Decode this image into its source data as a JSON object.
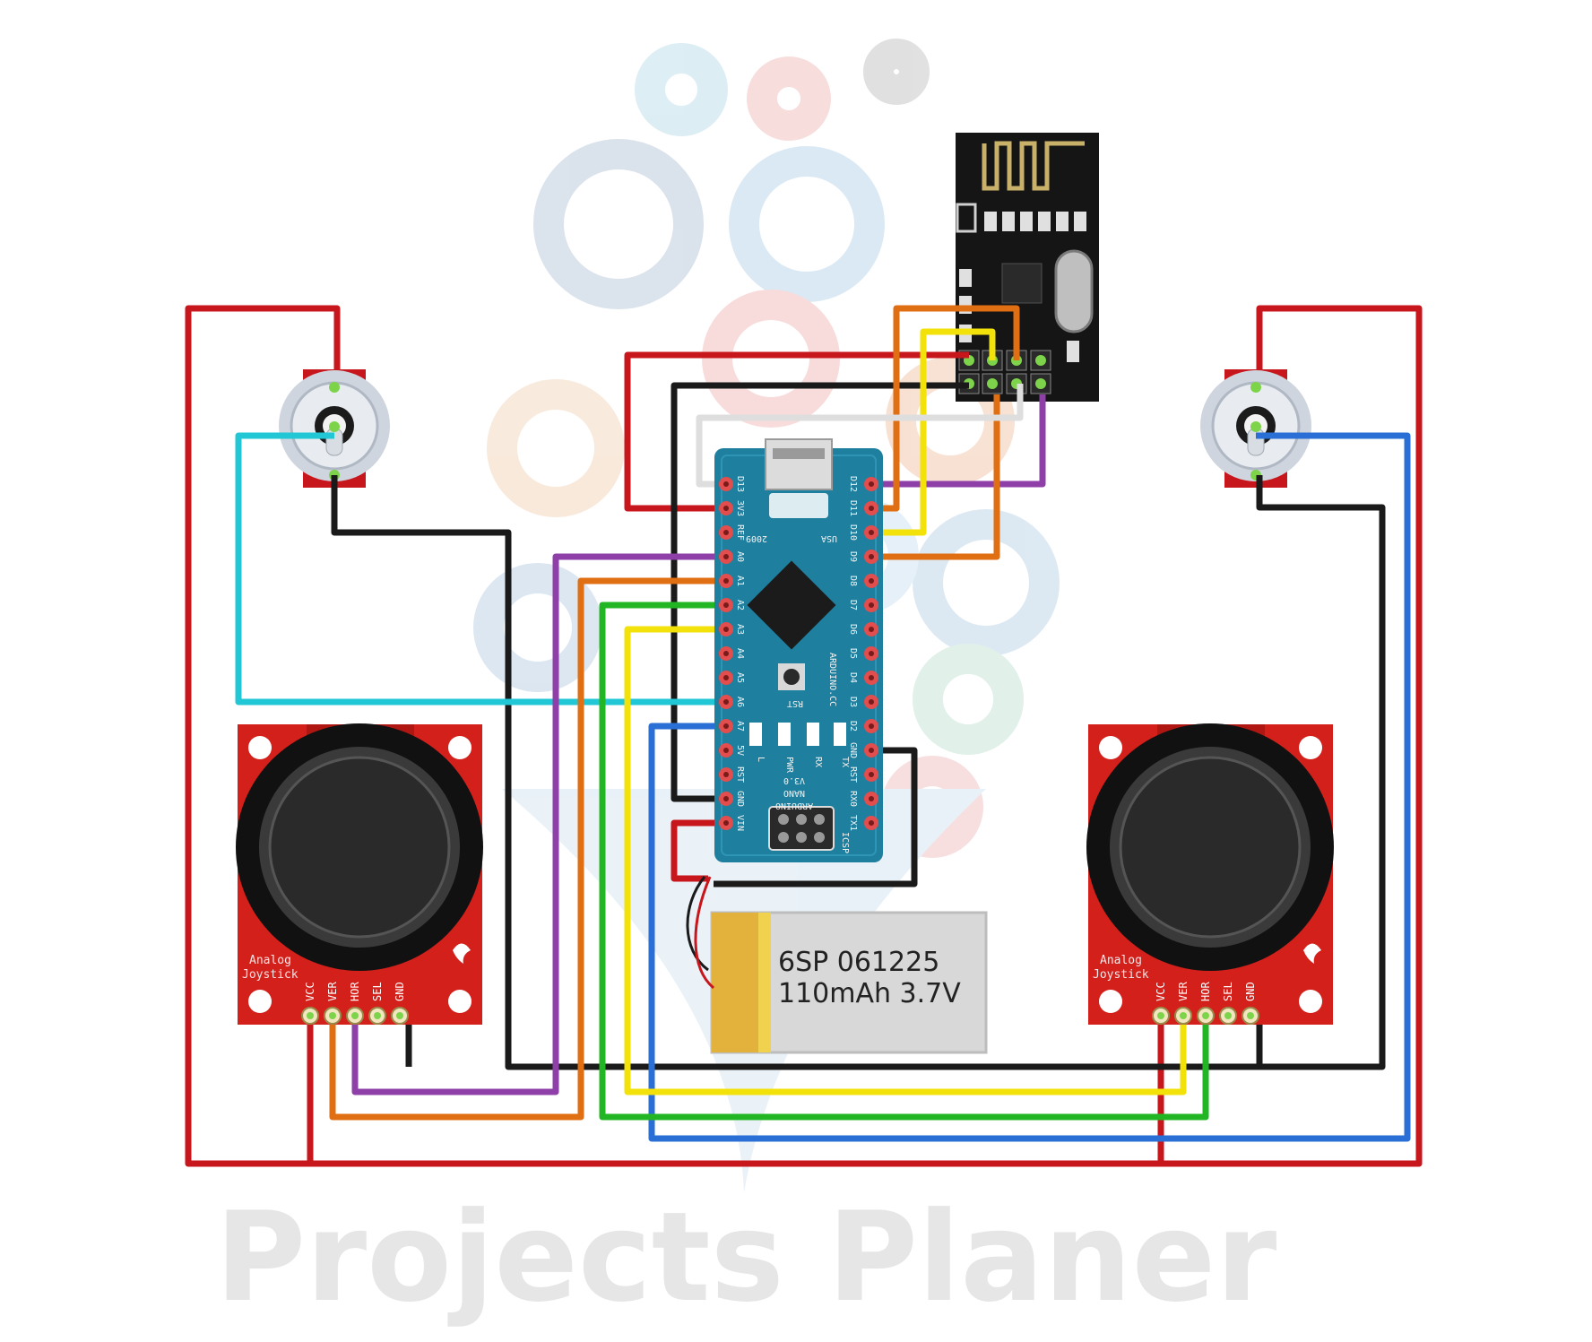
{
  "watermark": {
    "text": "Projects  Planer"
  },
  "battery": {
    "model": "6SP 061225",
    "spec": "110mAh 3.7V"
  },
  "joysticks": {
    "left": {
      "label_line1": "Analog",
      "label_line2": "Joystick",
      "pins": [
        "VCC",
        "VER",
        "HOR",
        "SEL",
        "GND"
      ]
    },
    "right": {
      "label_line1": "Analog",
      "label_line2": "Joystick",
      "pins": [
        "VCC",
        "VER",
        "HOR",
        "SEL",
        "GND"
      ]
    }
  },
  "arduino": {
    "left_pins": [
      "D13",
      "3V3",
      "REF",
      "A0",
      "A1",
      "A2",
      "A3",
      "A4",
      "A5",
      "A6",
      "A7",
      "5V",
      "RST",
      "GND",
      "VIN"
    ],
    "right_pins": [
      "D12",
      "D11",
      "D10",
      "D9",
      "D8",
      "D7",
      "D6",
      "D5",
      "D4",
      "D3",
      "D2",
      "GND",
      "RST",
      "RX0",
      "TX1"
    ],
    "year": "2009",
    "origin": "USA",
    "brand": "ARDUINO.CC",
    "rst": "RST",
    "led_l": "L",
    "led_pwr": "PWR",
    "led_rx": "RX",
    "led_tx": "TX",
    "model_line1": "ARDUINO",
    "model_line2": "NANO",
    "version": "V3.0",
    "icsp": "ICSP"
  },
  "colors": {
    "power": "#c8161d",
    "ground": "#1a1a1a",
    "cyan": "#22c7d6",
    "blue": "#2a6fd6",
    "purple": "#8e3fa8",
    "orange": "#e06e12",
    "green": "#22b524",
    "yellow": "#f2e20a",
    "white": "#dedede",
    "board": "#1f7f9e",
    "breakout": "#d4201b"
  }
}
